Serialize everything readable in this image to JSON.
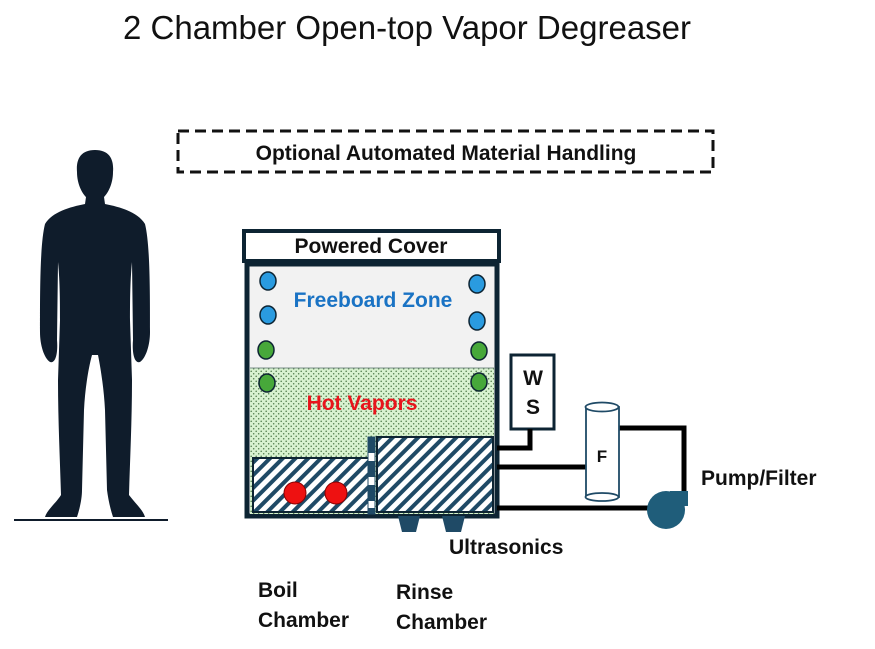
{
  "title": "2 Chamber Open-top Vapor Degreaser",
  "labels": {
    "material_handling": "Optional Automated Material Handling",
    "powered_cover": "Powered Cover",
    "freeboard_zone": "Freeboard Zone",
    "hot_vapors": "Hot Vapors",
    "ws_top": "W",
    "ws_bottom": "S",
    "filter": "F",
    "pump_filter": "Pump/Filter",
    "ultrasonics": "Ultrasonics",
    "boil_chamber_1": "Boil",
    "boil_chamber_2": "Chamber",
    "rinse_chamber_1": "Rinse",
    "rinse_chamber_2": "Chamber"
  },
  "colors": {
    "outline": "#0d2433",
    "freeboard_text": "#1a73c4",
    "hot_vapors_text": "#e8141c",
    "vapor_fill": "#d8f2d0",
    "freeboard_fill": "#f2f2f2",
    "coil_blue": "#2a9be0",
    "coil_green": "#47a83a",
    "heater_red": "#ee1111",
    "pump": "#1f5d7a"
  }
}
